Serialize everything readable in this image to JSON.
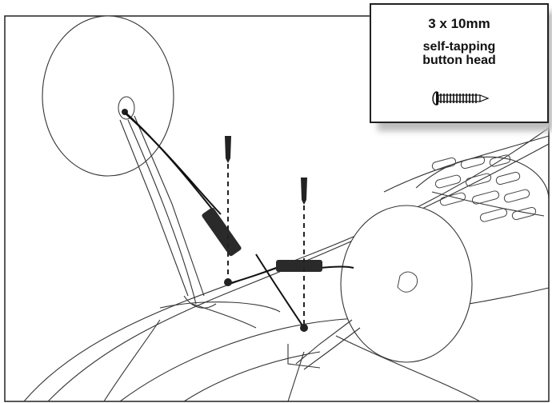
{
  "callout": {
    "size": "3 x 10mm",
    "desc_line1": "self-tapping",
    "desc_line2": "button head",
    "icon": "screw-icon"
  },
  "colors": {
    "line": "#222222",
    "shadow": "#bdbdbd",
    "background": "#ffffff"
  }
}
